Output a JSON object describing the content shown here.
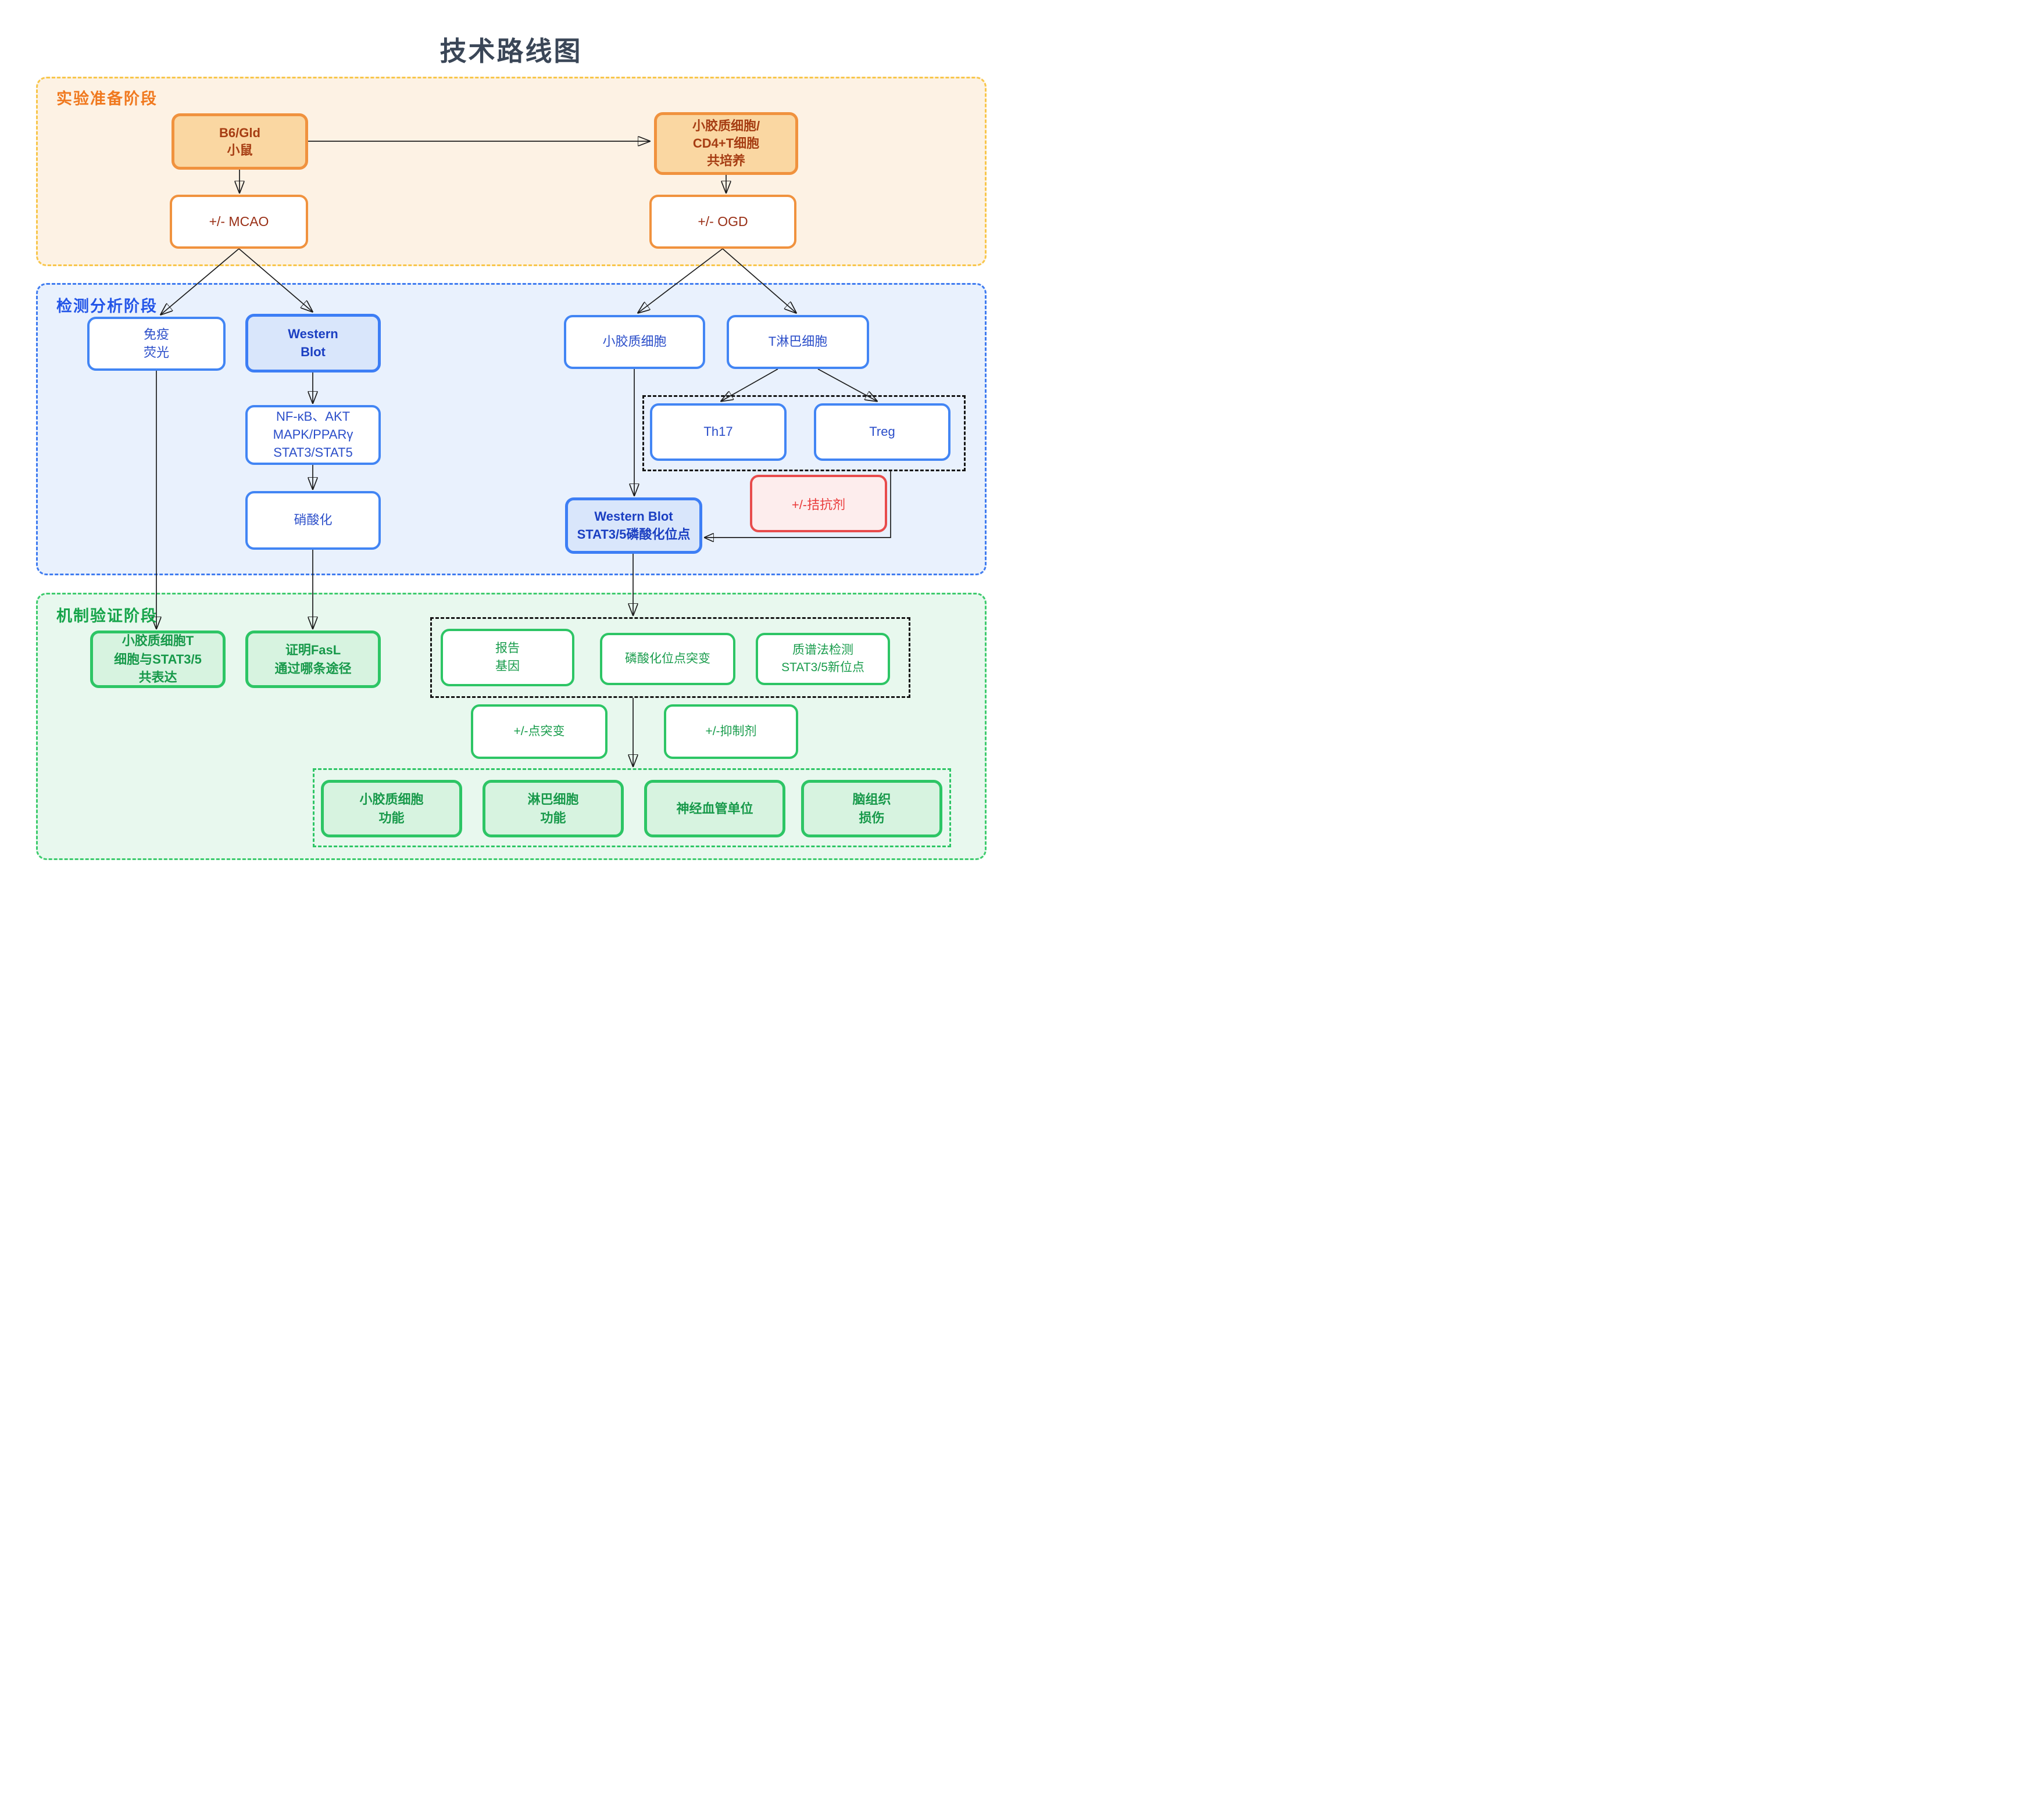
{
  "title": "技术路线图",
  "sections": {
    "prep": {
      "label": "实验准备阶段"
    },
    "detect": {
      "label": "检测分析阶段"
    },
    "verify": {
      "label": "机制验证阶段"
    }
  },
  "nodes": {
    "b6gld": "B6/Gld\n小鼠",
    "coculture": "小胶质细胞/\nCD4+T细胞\n共培养",
    "mcao": "+/- MCAO",
    "ogd": "+/- OGD",
    "immunofluorescence": "免疫\n荧光",
    "westernblot": "Western\nBlot",
    "pathways": "NF-κB、AKT\nMAPK/PPARγ\nSTAT3/STAT5",
    "nitration": "硝酸化",
    "microglia": "小胶质细胞",
    "tlymphocyte": "T淋巴细胞",
    "th17": "Th17",
    "treg": "Treg",
    "antagonist": "+/-拮抗剂",
    "wbstat": "Western Blot\nSTAT3/5磷酸化位点",
    "coexpression": "小胶质细胞T\n细胞与STAT3/5\n共表达",
    "fasl": "证明FasL\n通过哪条途径",
    "reporter": "报告\n基因",
    "sitemutation": "磷酸化位点突变",
    "massspec": "质谱法检测\nSTAT3/5新位点",
    "pointmutation": "+/-点突变",
    "inhibitor": "+/-抑制剂",
    "microgliafunction": "小胶质细胞\n功能",
    "lymphocytefunction": "淋巴细胞\n功能",
    "neurovascularunit": "神经血管单位",
    "braininjury": "脑组织\n损伤"
  },
  "colors": {
    "title_text": "#3a4657",
    "prep_panel_fill": "#fdf2e4",
    "prep_panel_border": "#f8c64a",
    "prep_label": "#f0791f",
    "orange_box_border": "#f0923e",
    "orange_box_fill": "#fad7a2",
    "orange_box_text": "#a63d13",
    "detect_panel_fill": "#e9f1fd",
    "detect_panel_border": "#3f7bf0",
    "detect_label": "#2456e8",
    "blue_box_border": "#4285f4",
    "blue_hl_fill": "#d9e6fb",
    "blue_text": "#2b4ec9",
    "red_box_border": "#e84c4c",
    "red_box_fill": "#fdeded",
    "red_text": "#ea3b3b",
    "verify_panel_fill": "#e8f8ee",
    "verify_panel_border": "#3dcb6d",
    "verify_label": "#16a44a",
    "green_box_border": "#2dc565",
    "green_hl_fill": "#d7f3e0",
    "green_text": "#199c4c",
    "arrowhead": "#3c4857",
    "line": "#1c1c1c"
  }
}
